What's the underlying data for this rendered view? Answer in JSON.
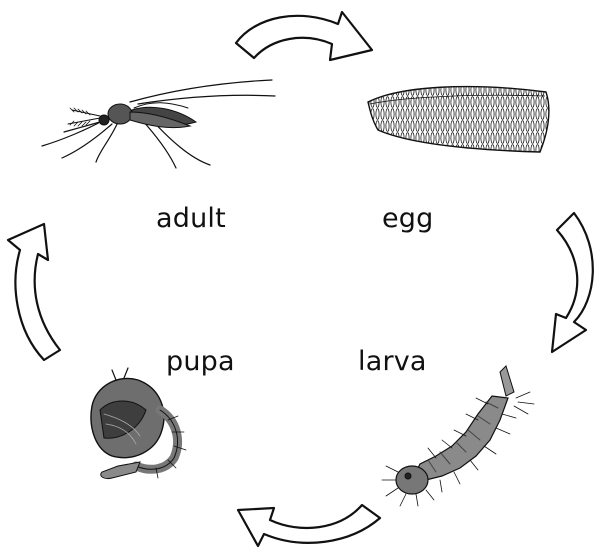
{
  "diagram": {
    "stages": [
      {
        "id": "adult",
        "label": "adult",
        "illustration": "mosquito-adult-icon"
      },
      {
        "id": "egg",
        "label": "egg",
        "illustration": "egg-raft-icon"
      },
      {
        "id": "larva",
        "label": "larva",
        "illustration": "mosquito-larva-icon"
      },
      {
        "id": "pupa",
        "label": "pupa",
        "illustration": "mosquito-pupa-icon"
      }
    ],
    "cycle_order": [
      "adult",
      "egg",
      "larva",
      "pupa"
    ],
    "colors": {
      "ink": "#111111",
      "arrow_fill": "#ffffff",
      "arrow_stroke": "#111111",
      "larva_body": "#8a8a8a",
      "pupa_body": "#6e6e6e"
    }
  }
}
